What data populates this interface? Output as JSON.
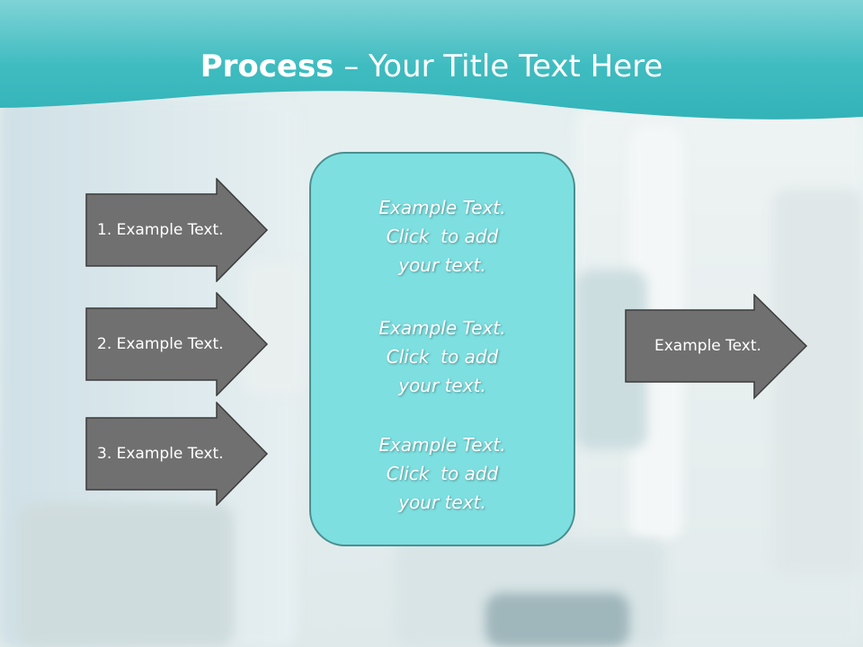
{
  "slide": {
    "title_bold": "Process",
    "title_rest": " – Your Title Text Here"
  },
  "left_arrows": [
    {
      "label": "1. Example Text."
    },
    {
      "label": "2. Example Text."
    },
    {
      "label": "3. Example Text."
    }
  ],
  "center_box": {
    "blocks": [
      {
        "line1": "Example Text.",
        "line2": "Click  to add",
        "line3": "your text."
      },
      {
        "line1": "Example Text.",
        "line2": "Click  to add",
        "line3": "your text."
      },
      {
        "line1": "Example Text.",
        "line2": "Click  to add",
        "line3": "your text."
      }
    ]
  },
  "right_arrow": {
    "label": "Example Text."
  },
  "colors": {
    "header_teal": "#3fbcc0",
    "arrow_fill": "#707070",
    "center_fill": "#7ddfe0"
  }
}
